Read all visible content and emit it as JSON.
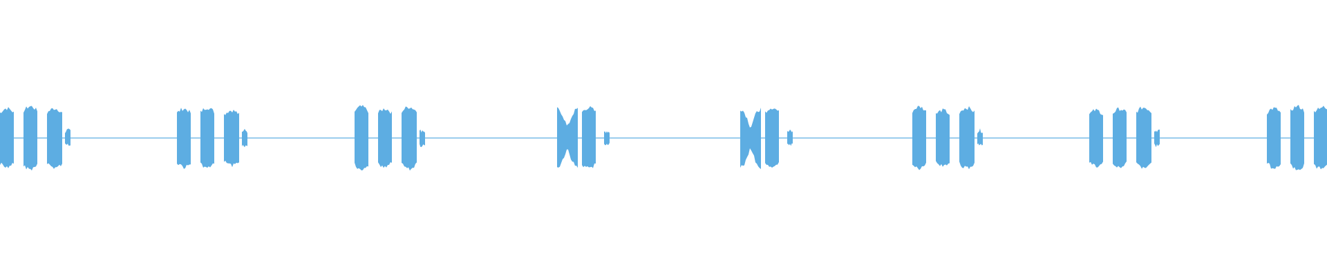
{
  "waveform": {
    "color": "#5dade2",
    "background": "#ffffff",
    "bursts": [
      {
        "groups": 3,
        "tail": true
      },
      {
        "groups": 3,
        "tail": true
      },
      {
        "groups": 3,
        "tail": true
      },
      {
        "groups": 2,
        "tail": true,
        "shape": "pinched"
      },
      {
        "groups": 2,
        "tail": true,
        "shape": "pinched"
      },
      {
        "groups": 3,
        "tail": true
      },
      {
        "groups": 3,
        "tail": true
      },
      {
        "groups": 3,
        "tail": false
      }
    ]
  }
}
